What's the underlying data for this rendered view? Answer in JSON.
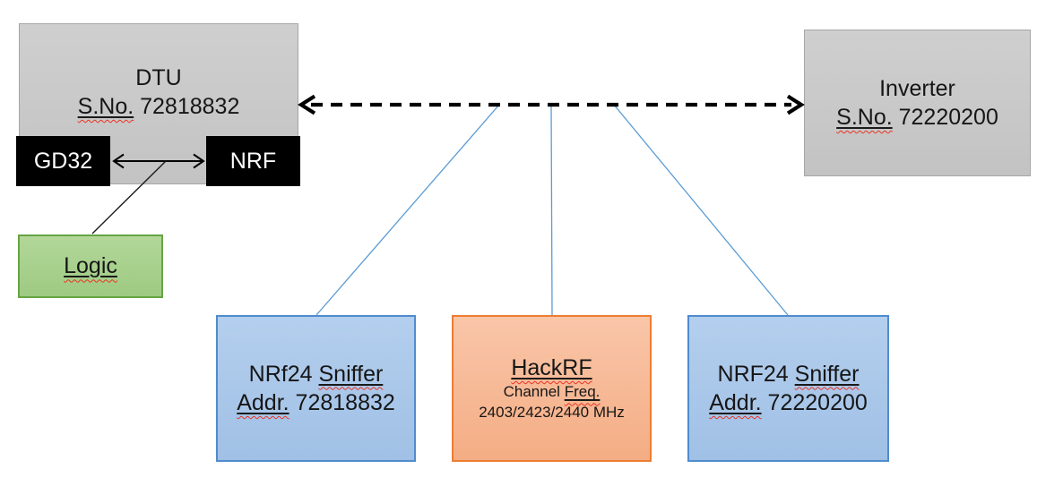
{
  "palette": {
    "background": "#ffffff",
    "gray_fill": "#c9c9c9",
    "gray_border": "#a6a6a6",
    "blue_fill": "#aac7e8",
    "blue_border": "#4f8cce",
    "orange_fill": "#f7ba9a",
    "orange_border": "#ed7d31",
    "green_fill": "#a8d08d",
    "green_border": "#67a444",
    "chip_fill": "#000000",
    "chip_text": "#ffffff",
    "connector_black": "#000000",
    "connector_blue": "#5b9bd5",
    "spellcheck_red": "#eb3323"
  },
  "dtu": {
    "title": "DTU",
    "serial_label": "S.No.",
    "serial_value": "72818832"
  },
  "gd32": {
    "label": "GD32"
  },
  "nrf": {
    "label": "NRF"
  },
  "logic": {
    "label": "Logic"
  },
  "inverter": {
    "title": "Inverter",
    "serial_label": "S.No.",
    "serial_value": "72220200"
  },
  "sniffer_left": {
    "name_prefix": "NRf24",
    "name_marked": "Sniffer",
    "addr_label": "Addr.",
    "addr_value": "72818832"
  },
  "hackrf": {
    "title": "HackRF",
    "freq_prefix": "Channel",
    "freq_marked": "Freq.",
    "frequencies": "2403/2423/2440 MHz"
  },
  "sniffer_right": {
    "name_prefix": "NRF24",
    "name_marked": "Sniffer",
    "addr_label": "Addr.",
    "addr_value": "72220200"
  }
}
